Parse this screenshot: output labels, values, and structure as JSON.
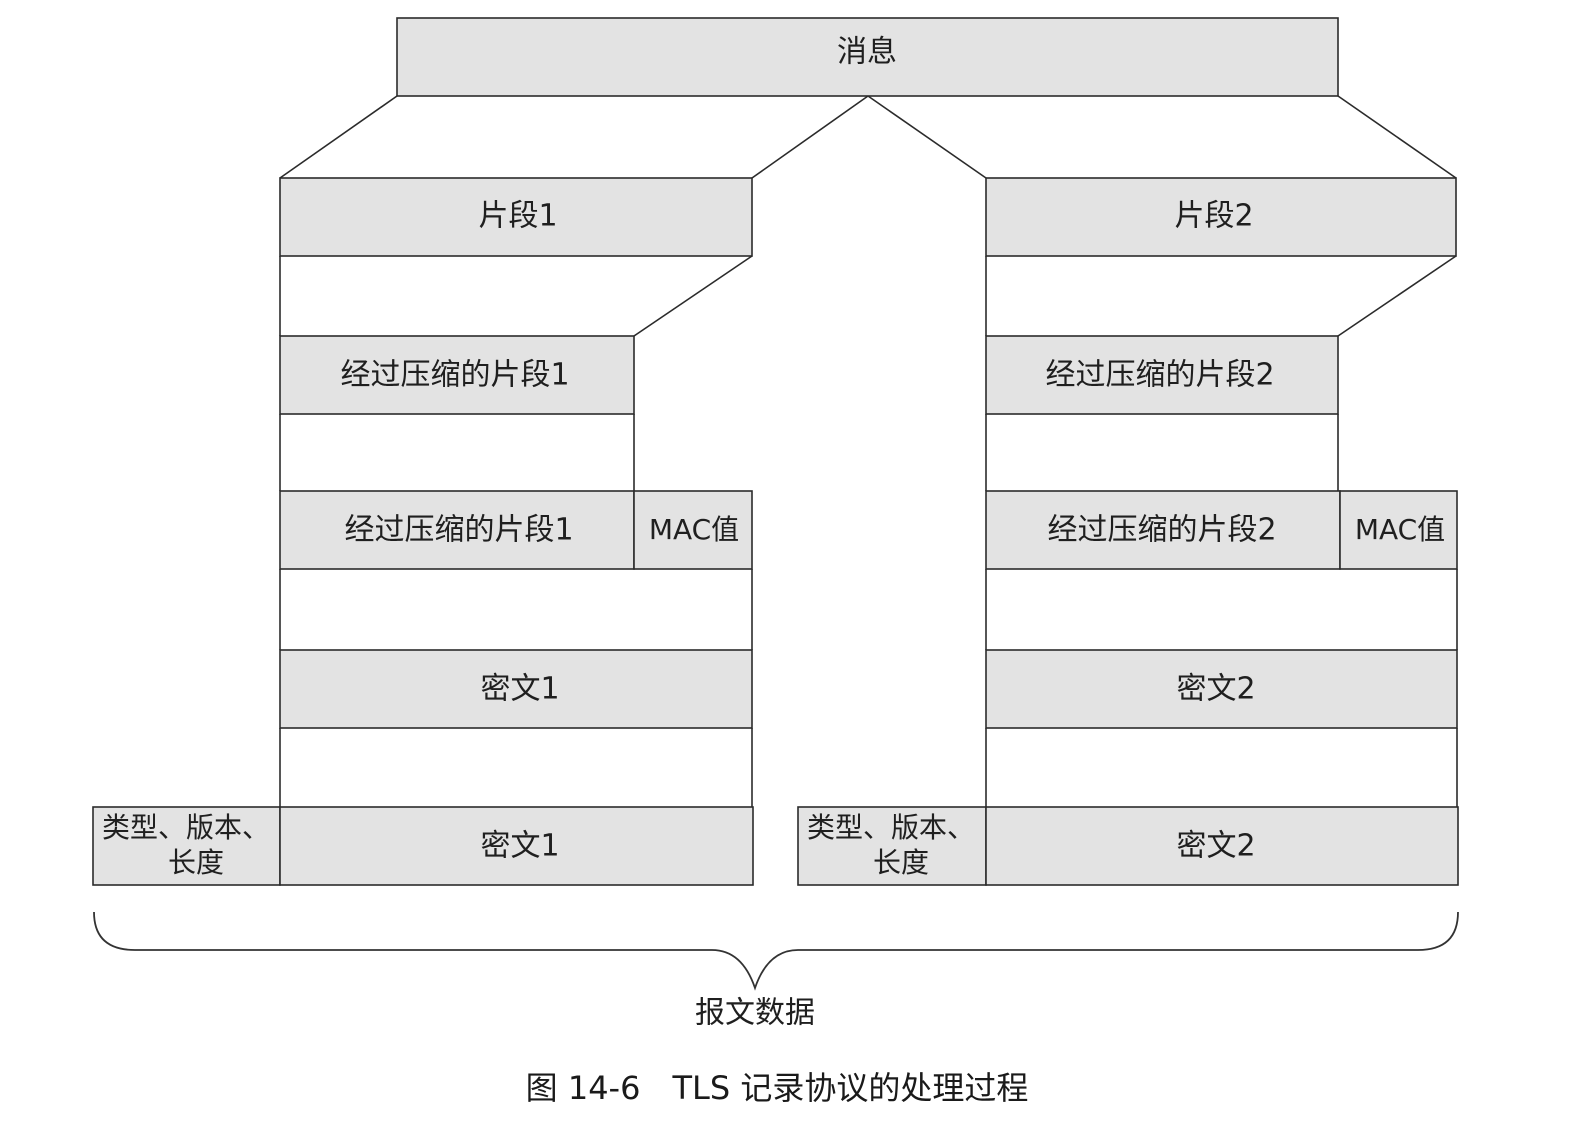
{
  "message": "消息",
  "left": {
    "fragment": "片段1",
    "compressed": "经过压缩的片段1",
    "compressed_with_mac": "经过压缩的片段1",
    "mac": "MAC值",
    "ciphertext": "密文1",
    "record_header_line1": "类型、版本、",
    "record_header_line2": "长度",
    "record_ciphertext": "密文1"
  },
  "right": {
    "fragment": "片段2",
    "compressed": "经过压缩的片段2",
    "compressed_with_mac": "经过压缩的片段2",
    "mac": "MAC值",
    "ciphertext": "密文2",
    "record_header_line1": "类型、版本、",
    "record_header_line2": "长度",
    "record_ciphertext": "密文2"
  },
  "brace_label": "报文数据",
  "caption": "图 14-6　TLS 记录协议的处理过程"
}
